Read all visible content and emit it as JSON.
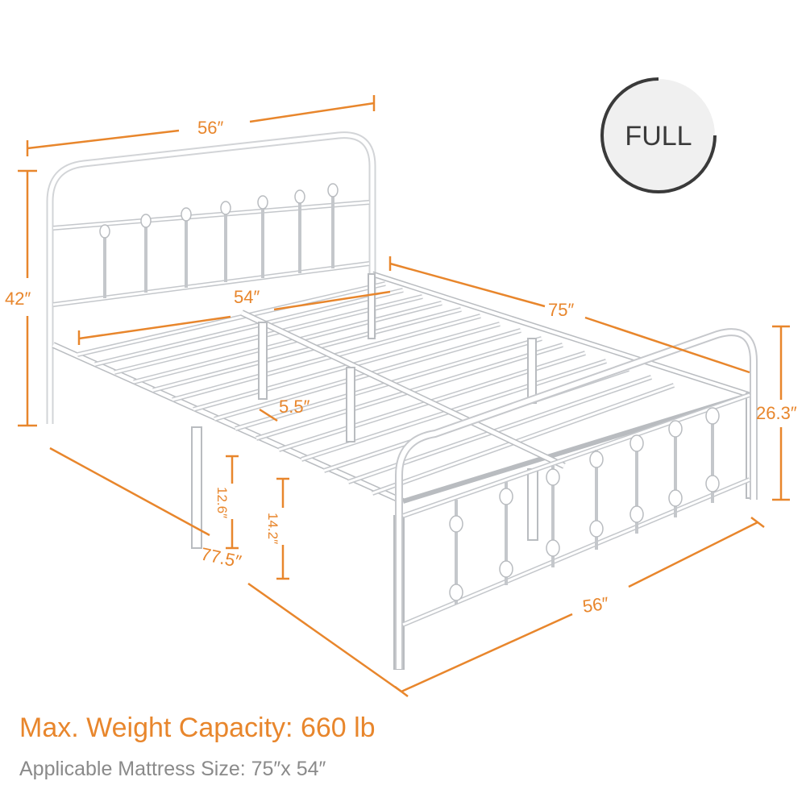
{
  "badge": {
    "label": "FULL"
  },
  "dimensions": {
    "headboard_width": "56″",
    "headboard_height": "42″",
    "inner_width": "54″",
    "length": "75″",
    "footboard_height": "26.3″",
    "slat_gap": "5.5″",
    "under_bed_clearance": "12.6″",
    "rail_height": "14.2″",
    "total_length": "77.5″",
    "footboard_width": "56″"
  },
  "footer": {
    "capacity": "Max. Weight Capacity: 660 lb",
    "mattress": "Applicable Mattress Size: 75″x 54″"
  },
  "colors": {
    "accent": "#e8862c",
    "muted_text": "#8a8a8a",
    "frame": "#b9bcc0"
  }
}
